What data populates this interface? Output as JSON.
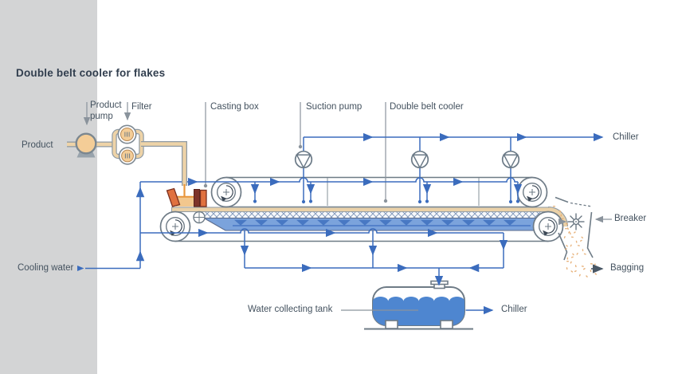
{
  "title": "Double belt cooler for flakes",
  "labels": {
    "product": "Product",
    "product_pump": "Product pump",
    "filter": "Filter",
    "casting_box": "Casting box",
    "suction_pump": "Suction pump",
    "double_belt_cooler": "Double belt cooler",
    "chiller_top": "Chiller",
    "breaker": "Breaker",
    "bagging": "Bagging",
    "cooling_water": "Cooling water",
    "water_collecting_tank": "Water collecting tank",
    "chiller_bottom": "Chiller"
  },
  "equipment_counts": {
    "suction_pumps": 3,
    "belt_pulleys": 4,
    "filter_elements": 2,
    "spray_nozzles": 14
  },
  "colors": {
    "line_blue": "#3b6cbd",
    "machine_gray": "#6e7b86",
    "leader_gray": "#8a939c",
    "panel_gray": "#d3d4d5",
    "text_dark": "#313e4e",
    "label_text": "#44525f",
    "pipe_tan": "#eed3a7",
    "pipe_border": "#8f9aa3",
    "pump_fill": "#f4cd97",
    "plate_orange": "#e0713f",
    "plate_dark": "#7d332a",
    "melt_orange": "#e8963c",
    "band_tan": "#ead1a8",
    "hatch_blue": "#7d94b8",
    "bath_blue": "#7ba3dc",
    "spray_blue": "#4878c3",
    "bath_edge": "#5b6b8c",
    "water_blue": "#4e86d0",
    "flake_tan": "#e6ad72",
    "rot_dark": "#3c4856",
    "slate": "#4a5866"
  }
}
